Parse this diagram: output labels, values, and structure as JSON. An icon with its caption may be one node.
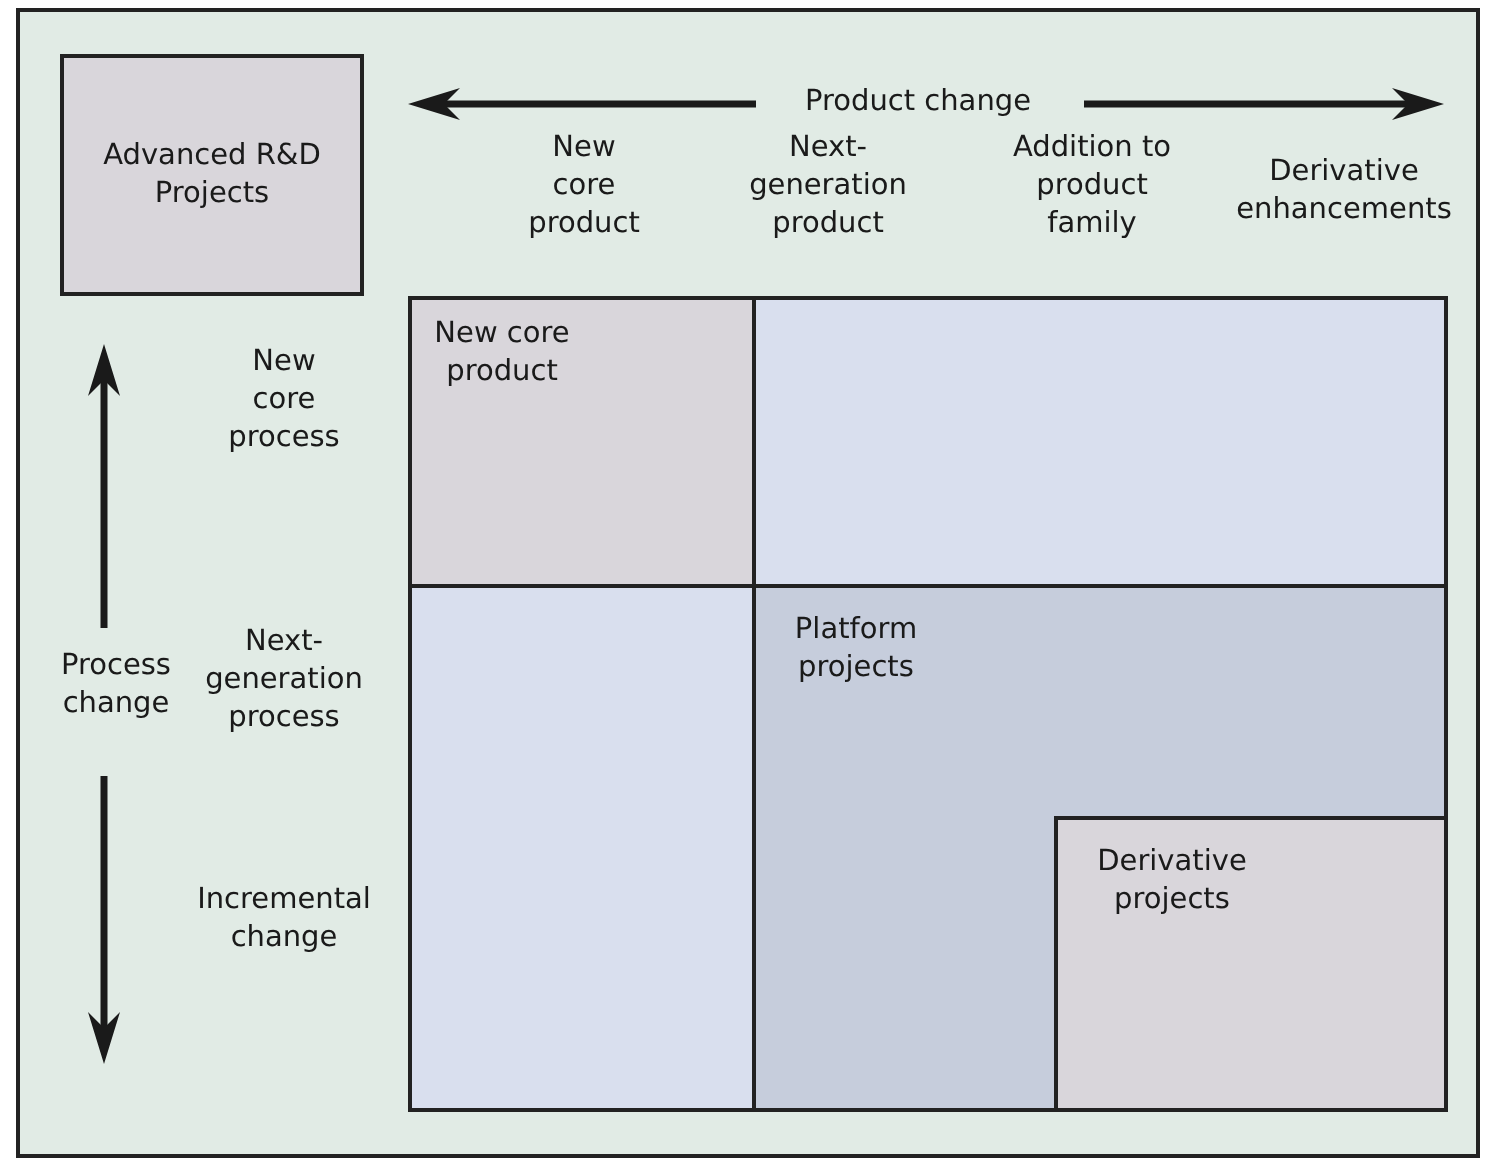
{
  "diagram": {
    "nodes": [
      {
        "text": [
          "Advanced R&D Projects"
        ]
      },
      {
        "text": [
          "New core product"
        ]
      },
      {
        "text": [],
        "shape": "box"
      },
      {
        "text": [],
        "shape": "box"
      },
      {
        "text": [
          "Platform projects"
        ]
      },
      {
        "text": [
          "Derivative projects"
        ],
        "in": 4
      }
    ],
    "labels": [
      "Product change",
      "New core product",
      "Next-generation product",
      "Addition to product family",
      "Derivative enhancements",
      "New core process",
      "Process change",
      "Next-generation process",
      "Incremental change"
    ]
  }
}
